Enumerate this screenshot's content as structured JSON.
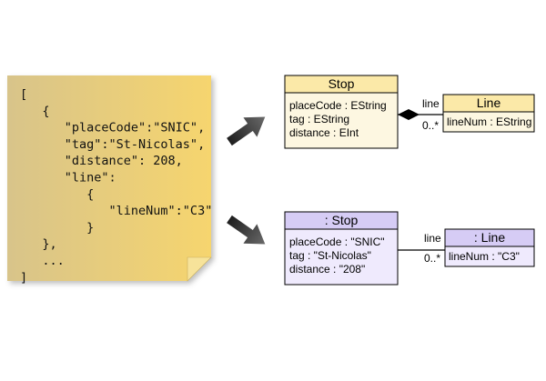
{
  "json_note": {
    "lines": [
      "[",
      "   {",
      "      \"placeCode\":\"SNIC\",",
      "      \"tag\":\"St-Nicolas\",",
      "      \"distance\": 208,",
      "      \"line\":",
      "         {",
      "            \"lineNum\":\"C3\"",
      "         }",
      "   },",
      "   ...",
      "]"
    ],
    "colors": {
      "gradient_start": "#d8c48a",
      "gradient_end": "#f6d56e",
      "fold": "#f7e39a"
    }
  },
  "metamodel": {
    "stop": {
      "title": "Stop",
      "attributes": [
        "placeCode : EString",
        "tag : EString",
        "distance : EInt"
      ]
    },
    "line": {
      "title": "Line",
      "attributes": [
        "lineNum : EString"
      ]
    },
    "association": {
      "role": "line",
      "multiplicity": "0..*"
    },
    "colors": {
      "header": "#fbe9a8",
      "body": "#fdf7e1"
    }
  },
  "model": {
    "stop": {
      "title": ": Stop",
      "attributes": [
        "placeCode : \"SNIC\"",
        "tag : \"St-Nicolas\"",
        "distance : \"208\""
      ]
    },
    "line": {
      "title": ": Line",
      "attributes": [
        "lineNum : \"C3\""
      ]
    },
    "link": {
      "role": "line",
      "multiplicity": "0..*"
    },
    "colors": {
      "header": "#d6ccf5",
      "body": "#efeafd"
    }
  },
  "arrows": {
    "color": "#4a4a4a"
  }
}
